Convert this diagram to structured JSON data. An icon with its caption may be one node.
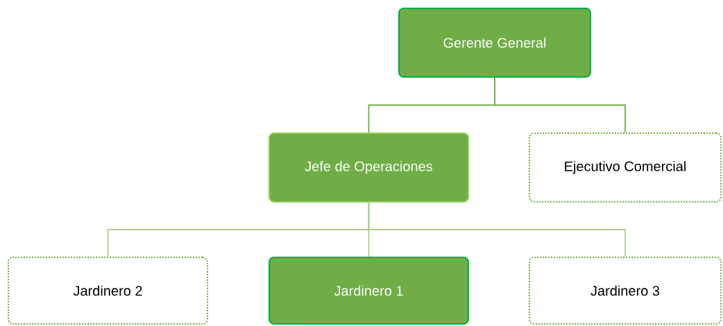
{
  "diagram": {
    "nodes": [
      {
        "text": [
          "Gerente General"
        ]
      },
      {
        "text": [
          "Jefe de Operaciones"
        ]
      },
      {
        "text": [
          "Ejecutivo Comercial"
        ]
      },
      {
        "text": [
          "Jardinero 2"
        ]
      },
      {
        "text": [
          "Jardinero 1"
        ]
      },
      {
        "text": [
          "Jardinero 3"
        ]
      }
    ],
    "edges": [
      {
        "from": 0,
        "to": 1,
        "arrow": "none",
        "color": "#70ad47"
      },
      {
        "from": 0,
        "to": 2,
        "arrow": "none",
        "color": "#70ad47"
      },
      {
        "from": 1,
        "to": 3,
        "arrow": "none"
      },
      {
        "from": 1,
        "to": 4,
        "arrow": "none"
      },
      {
        "from": 1,
        "to": 5,
        "arrow": "none"
      }
    ]
  }
}
